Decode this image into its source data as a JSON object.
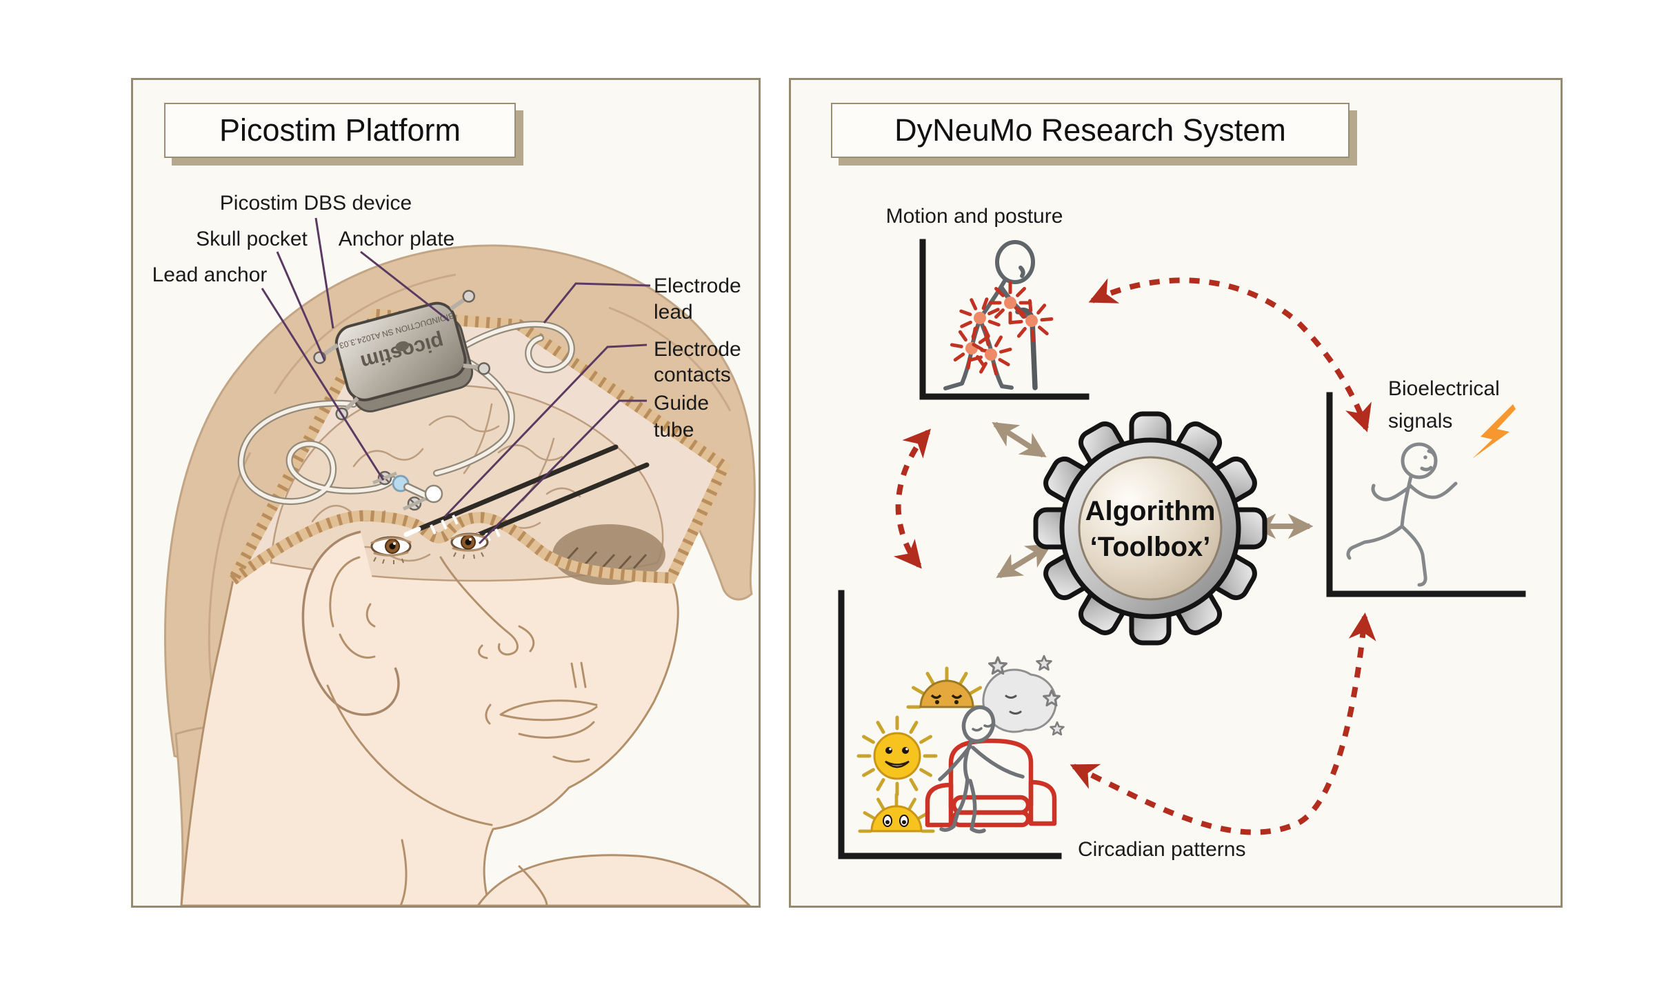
{
  "left_panel": {
    "title": "Picostim Platform",
    "labels": {
      "picostim_device": "Picostim DBS device",
      "skull_pocket": "Skull pocket",
      "anchor_plate": "Anchor plate",
      "lead_anchor": "Lead anchor",
      "electrode_lead_1": "Electrode",
      "electrode_lead_2": "lead",
      "electrode_contacts_1": "Electrode",
      "electrode_contacts_2": "contacts",
      "guide_tube_1": "Guide",
      "guide_tube_2": "tube"
    },
    "device": {
      "brand": "picostim",
      "small_print": "BIOINDUCTION SN A1024.3.03"
    }
  },
  "right_panel": {
    "title": "DyNeuMo Research System",
    "labels": {
      "motion": "Motion and posture",
      "bioelectrical_1": "Bioelectrical",
      "bioelectrical_2": "signals",
      "circadian": "Circadian patterns"
    },
    "gear": {
      "line1": "Algorithm",
      "line2": "‘Toolbox’"
    }
  },
  "colors": {
    "panel_border": "#95896f",
    "panel_bg": "#fbf9f3",
    "shadow_tan": "#b5a88d",
    "pointer_purple": "#5b3a62",
    "arrow_red": "#b22d1e",
    "arrow_tan": "#a5937b",
    "lightning_orange": "#f6982f",
    "sun_yellow": "#f7c31e",
    "sun_dark": "#e4a83c",
    "chair_red": "#cc3326",
    "stick_gray": "#5f6569",
    "hair": "#dec2a2",
    "skin": "#f9e8d7",
    "brain": "#ecd8c3",
    "brick": "#e2c096"
  }
}
